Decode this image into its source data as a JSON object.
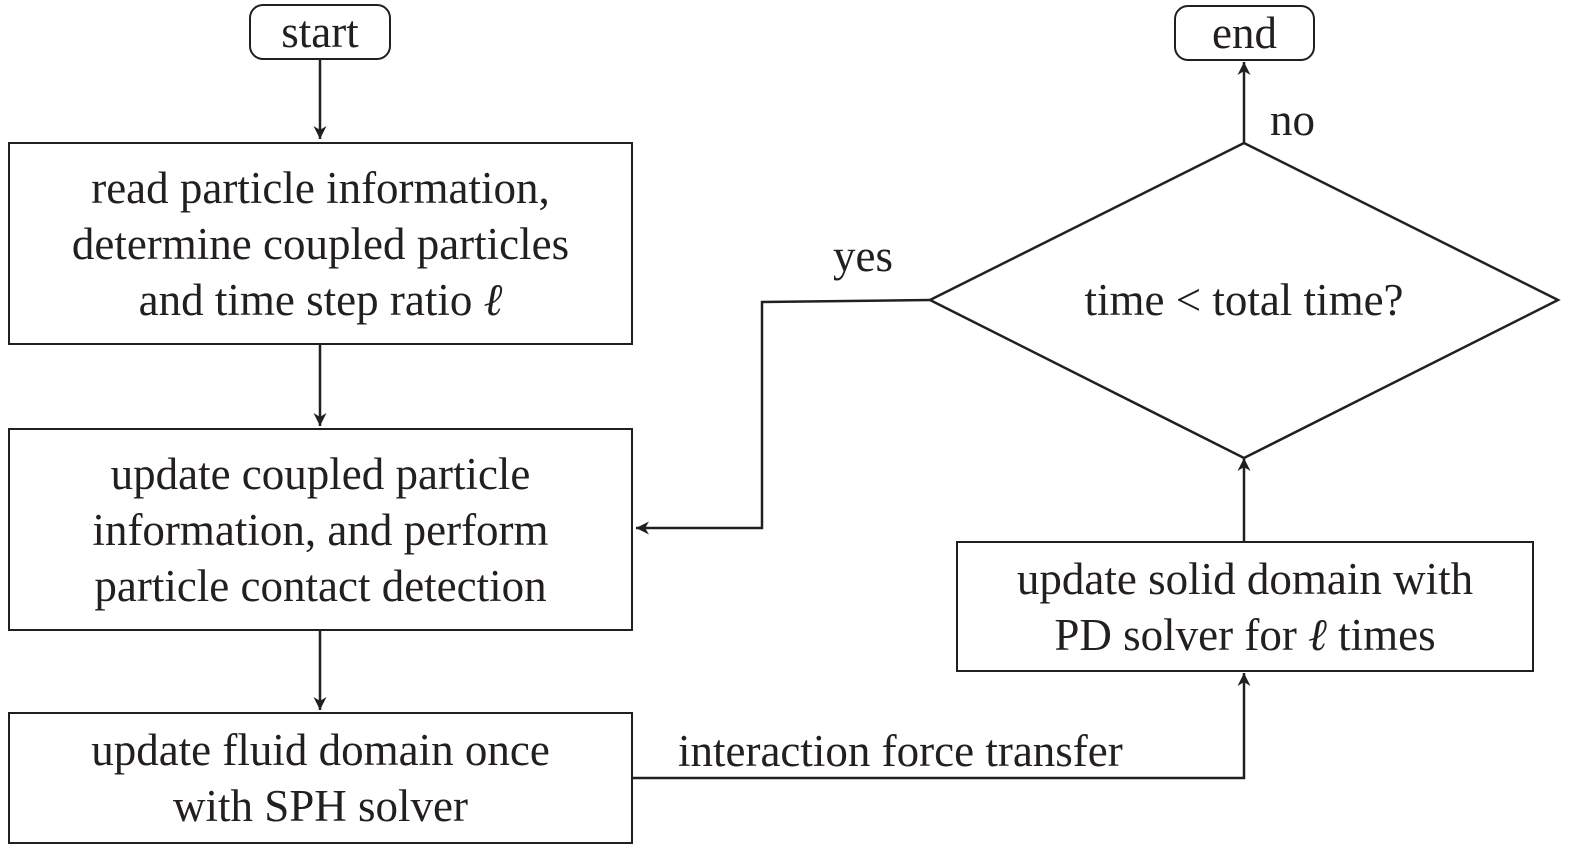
{
  "colors": {
    "ink": "#231f20",
    "background": "#ffffff"
  },
  "flowchart": {
    "start": "start",
    "end": "end",
    "step_read": {
      "line1": "read particle information,",
      "line2": "determine coupled particles",
      "line3_prefix": "and time step ratio",
      "line3_symbol": "ℓ"
    },
    "step_update_coupled": {
      "line1": "update coupled particle",
      "line2": "information, and perform",
      "line3": "particle contact detection"
    },
    "step_fluid": {
      "line1": "update fluid domain once",
      "line2": "with SPH solver"
    },
    "step_solid": {
      "line1": "update solid domain with",
      "line2_prefix": "PD solver for",
      "line2_symbol": "ℓ",
      "line2_suffix": "times"
    },
    "decision": "time < total time?",
    "edge_yes": "yes",
    "edge_no": "no",
    "edge_transfer": "interaction force transfer"
  }
}
